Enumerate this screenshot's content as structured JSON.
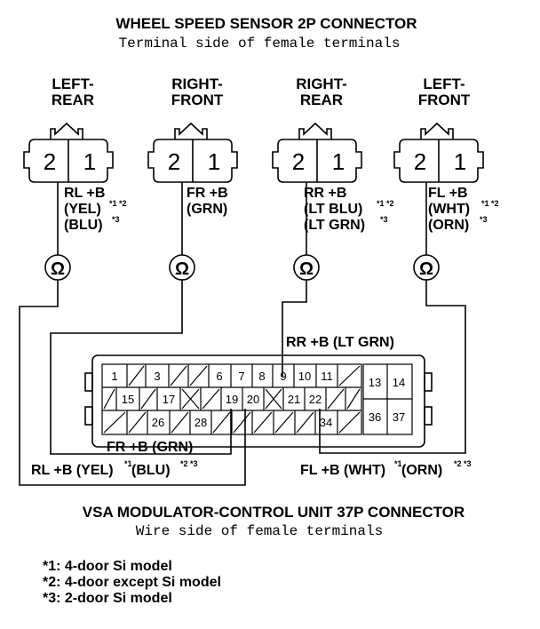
{
  "title": "WHEEL SPEED SENSOR 2P CONNECTOR",
  "subtitle": "Terminal side of female terminals",
  "sensors": [
    {
      "pos1": "LEFT-",
      "pos2": "REAR",
      "pin_left": "2",
      "pin_right": "1",
      "w1": "RL +B",
      "w2": "(YEL)",
      "w2n": "*1 *2",
      "w3": "(BLU)",
      "w3n": "*3"
    },
    {
      "pos1": "RIGHT-",
      "pos2": "FRONT",
      "pin_left": "2",
      "pin_right": "1",
      "w1": "FR +B",
      "w2": "(GRN)",
      "w2n": "",
      "w3": "",
      "w3n": ""
    },
    {
      "pos1": "RIGHT-",
      "pos2": "REAR",
      "pin_left": "2",
      "pin_right": "1",
      "w1": "RR +B",
      "w2": "(LT BLU)",
      "w2n": "*1 *2",
      "w3": "(LT GRN)",
      "w3n": "*3"
    },
    {
      "pos1": "LEFT-",
      "pos2": "FRONT",
      "pin_left": "2",
      "pin_right": "1",
      "w1": "FL +B",
      "w2": "(WHT)",
      "w2n": "*1 *2",
      "w3": "(ORN)",
      "w3n": "*3"
    }
  ],
  "ohm_symbol": "Ω",
  "module": {
    "top_label": "RR +B (LT GRN)",
    "fr_label": "FR +B (GRN)",
    "rl_label": "RL +B (YEL)",
    "rl_n1": "*1",
    "rl_mid": " (BLU)",
    "rl_n2": "*2 *3",
    "fl_label": "FL +B (WHT)",
    "fl_n1": "*1",
    "fl_mid": " (ORN)",
    "fl_n2": "*2 *3",
    "pins": {
      "p1": "1",
      "p3": "3",
      "p6": "6",
      "p7": "7",
      "p8": "8",
      "p9": "9",
      "p10": "10",
      "p11": "11",
      "p13": "13",
      "p14": "14",
      "p15": "15",
      "p17": "17",
      "p19": "19",
      "p20": "20",
      "p21": "21",
      "p22": "22",
      "p26": "26",
      "p28": "28",
      "p34": "34",
      "p36": "36",
      "p37": "37"
    }
  },
  "module_title": "VSA MODULATOR-CONTROL UNIT 37P CONNECTOR",
  "module_subtitle": "Wire side of female terminals",
  "notes": [
    "*1: 4-door Si model",
    "*2: 4-door except Si model",
    "*3: 2-door Si model"
  ]
}
